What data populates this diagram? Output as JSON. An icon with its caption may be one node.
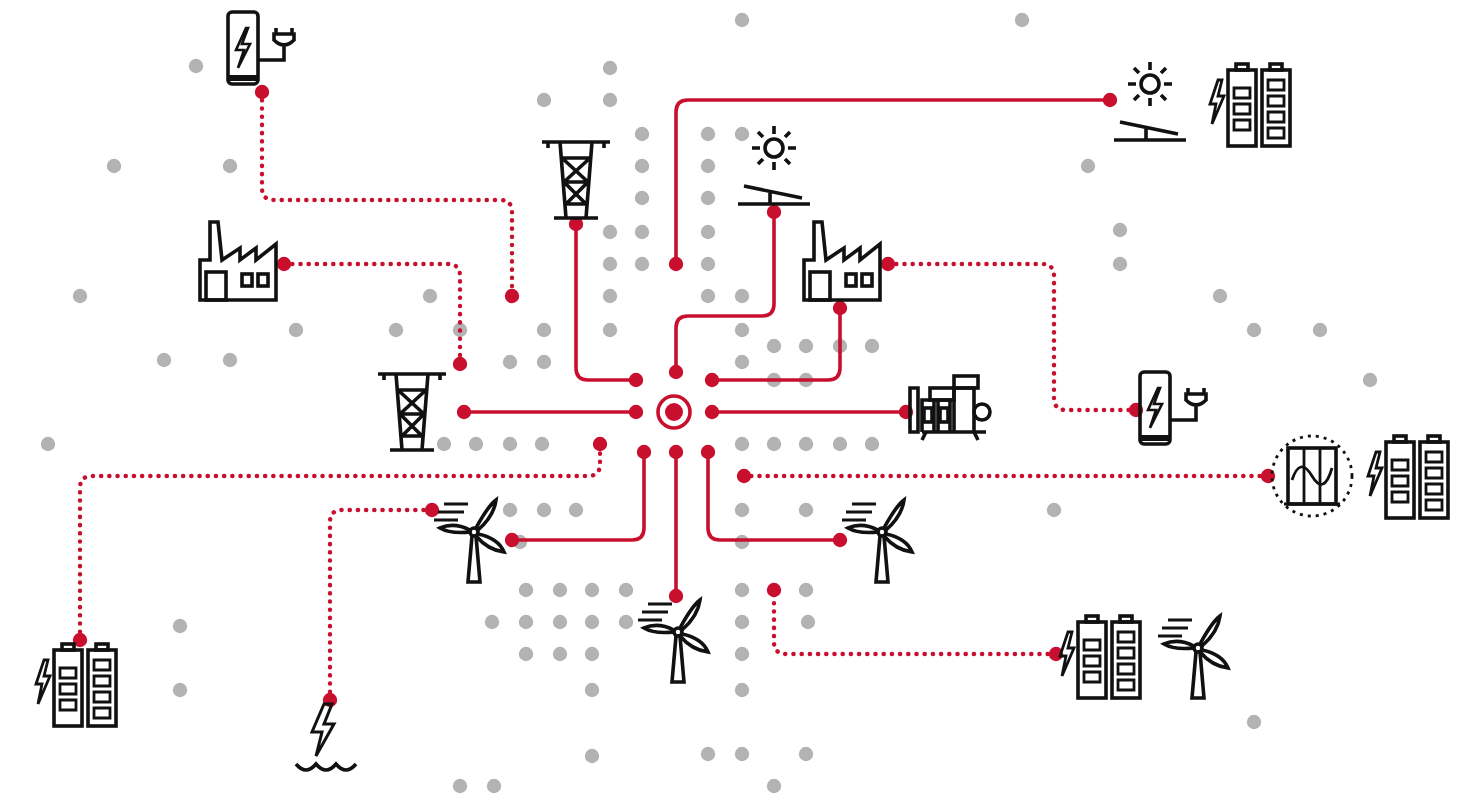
{
  "diagram": {
    "nodes": [
      {
        "text": [],
        "shape": "picture"
      },
      {
        "text": [],
        "shape": "picture"
      },
      {
        "text": [],
        "shape": "picture"
      },
      {
        "text": [],
        "shape": "picture"
      },
      {
        "text": [],
        "shape": "picture"
      },
      {
        "text": [],
        "shape": "picture"
      },
      {
        "text": [],
        "shape": "picture"
      },
      {
        "text": [],
        "shape": "circle"
      },
      {
        "text": [],
        "shape": "picture"
      },
      {
        "text": [],
        "shape": "picture"
      },
      {
        "text": [],
        "shape": "picture"
      },
      {
        "text": [],
        "shape": "picture"
      },
      {
        "text": [],
        "shape": "picture"
      },
      {
        "text": [],
        "shape": "picture"
      },
      {
        "text": [],
        "shape": "picture"
      },
      {
        "text": [],
        "shape": "picture"
      },
      {
        "text": [],
        "shape": "picture"
      }
    ],
    "edges": [
      {
        "from": 0,
        "to": null,
        "arrow": "other",
        "style": "dashed"
      },
      {
        "from": 4,
        "to": 6,
        "arrow": "other",
        "style": "dashed"
      },
      {
        "from": 3,
        "to": null,
        "arrow": "other"
      },
      {
        "from": 1,
        "to": 7,
        "arrow": "other"
      },
      {
        "from": 2,
        "to": 7,
        "arrow": "other"
      },
      {
        "from": 5,
        "to": 7,
        "arrow": "other"
      },
      {
        "from": 8,
        "to": 7,
        "arrow": "other"
      },
      {
        "from": 6,
        "to": 7,
        "arrow": "other"
      },
      {
        "from": 5,
        "to": 9,
        "arrow": "other",
        "style": "dashed"
      },
      {
        "from": 13,
        "to": null,
        "arrow": "other",
        "style": "dashed"
      },
      {
        "from": 14,
        "to": 11,
        "arrow": "other",
        "style": "dashed"
      },
      {
        "from": 11,
        "to": 7,
        "arrow": "other"
      },
      {
        "from": 15,
        "to": 7,
        "arrow": "other"
      },
      {
        "from": 12,
        "to": 7,
        "arrow": "other"
      },
      {
        "from": 10,
        "to": null,
        "arrow": "other",
        "style": "dashed"
      },
      {
        "from": 16,
        "to": null,
        "arrow": "other",
        "style": "dashed"
      }
    ]
  }
}
